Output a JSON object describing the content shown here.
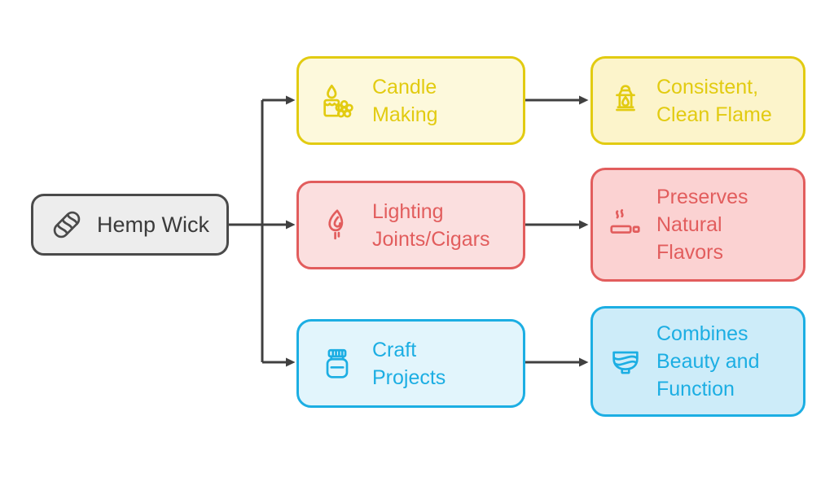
{
  "nodes": {
    "root": {
      "label": "Hemp Wick",
      "icon": "rope-icon"
    },
    "uses": [
      {
        "label": "Candle Making",
        "icon": "candle-icon",
        "theme": "yellow",
        "result": {
          "label": "Consistent, Clean Flame",
          "icon": "lantern-icon"
        }
      },
      {
        "label": "Lighting Joints/Cigars",
        "icon": "match-flame-icon",
        "theme": "red",
        "result": {
          "label": "Preserves Natural Flavors",
          "icon": "cigarette-icon"
        }
      },
      {
        "label": "Craft Projects",
        "icon": "jar-icon",
        "theme": "blue",
        "result": {
          "label": "Combines Beauty and Function",
          "icon": "bowl-icon"
        }
      }
    ]
  },
  "colors": {
    "root_fill": "#ededed",
    "root_border": "#4a4a4a",
    "root_text": "#3b3b3b",
    "yellow_accent": "#e2cb11",
    "yellow_fill": "#fdf9dc",
    "yellow_fill_deep": "#fcf4cb",
    "red_accent": "#e25d5d",
    "red_fill": "#fbdfdf",
    "red_fill_deep": "#fbd2d2",
    "blue_accent": "#1caee3",
    "blue_fill": "#e2f5fc",
    "blue_fill_deep": "#cdecf9",
    "connector": "#404040"
  }
}
